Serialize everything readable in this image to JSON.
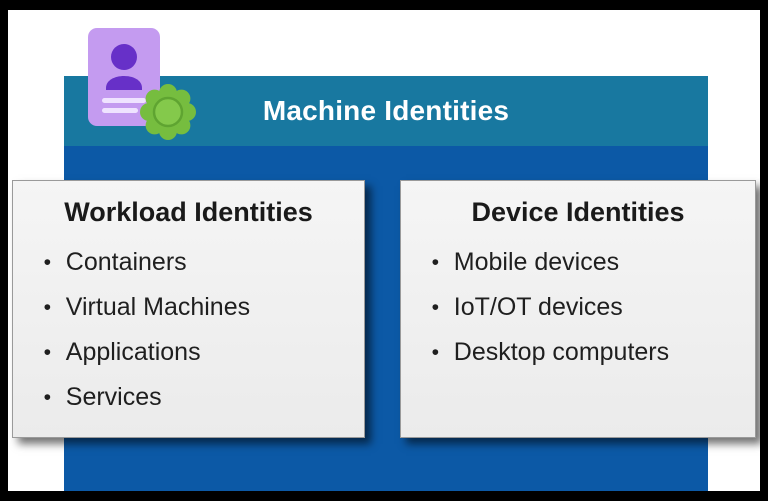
{
  "bullet_char": "•",
  "header": {
    "title": "Machine Identities"
  },
  "icon": {
    "name": "id-badge-with-verified-seal"
  },
  "cards": [
    {
      "title": "Workload Identities",
      "items": [
        "Containers",
        "Virtual Machines",
        "Applications",
        "Services"
      ]
    },
    {
      "title": "Device Identities",
      "items": [
        "Mobile devices",
        "IoT/OT devices",
        "Desktop computers"
      ]
    }
  ],
  "colors": {
    "frame_black": "#000000",
    "header_teal": "#1878A0",
    "panel_blue": "#0C59A6",
    "card_background": "#F1F1F1",
    "card_border": "#9A9A9A",
    "badge_purple": "#C49BF0",
    "person_purple": "#6730C8",
    "seal_green": "#76BD3F",
    "text_dark": "#1F1F1F",
    "title_white": "#FFFFFF"
  }
}
